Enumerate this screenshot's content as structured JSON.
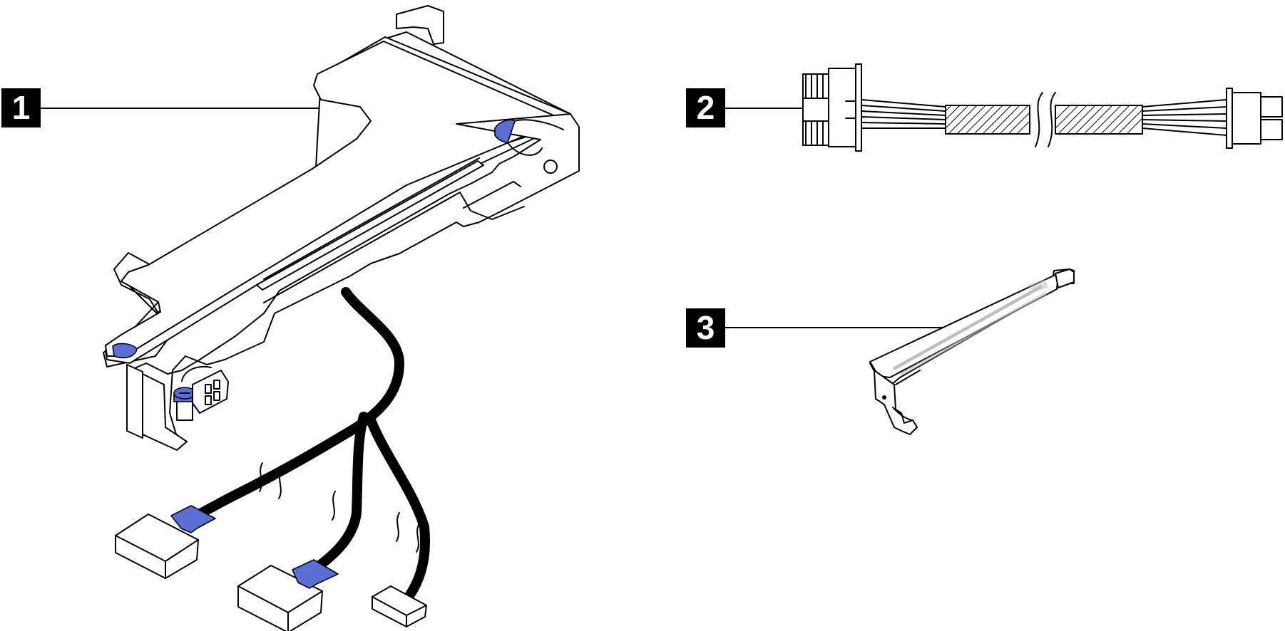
{
  "callouts": [
    {
      "id": "1",
      "label": "1",
      "part": "riser-cage-with-cables"
    },
    {
      "id": "2",
      "label": "2",
      "part": "power-cable"
    },
    {
      "id": "3",
      "label": "3",
      "part": "filler-bracket"
    }
  ],
  "colors": {
    "accent": "#5a6fd6",
    "line": "#000000",
    "fill": "#ffffff"
  }
}
